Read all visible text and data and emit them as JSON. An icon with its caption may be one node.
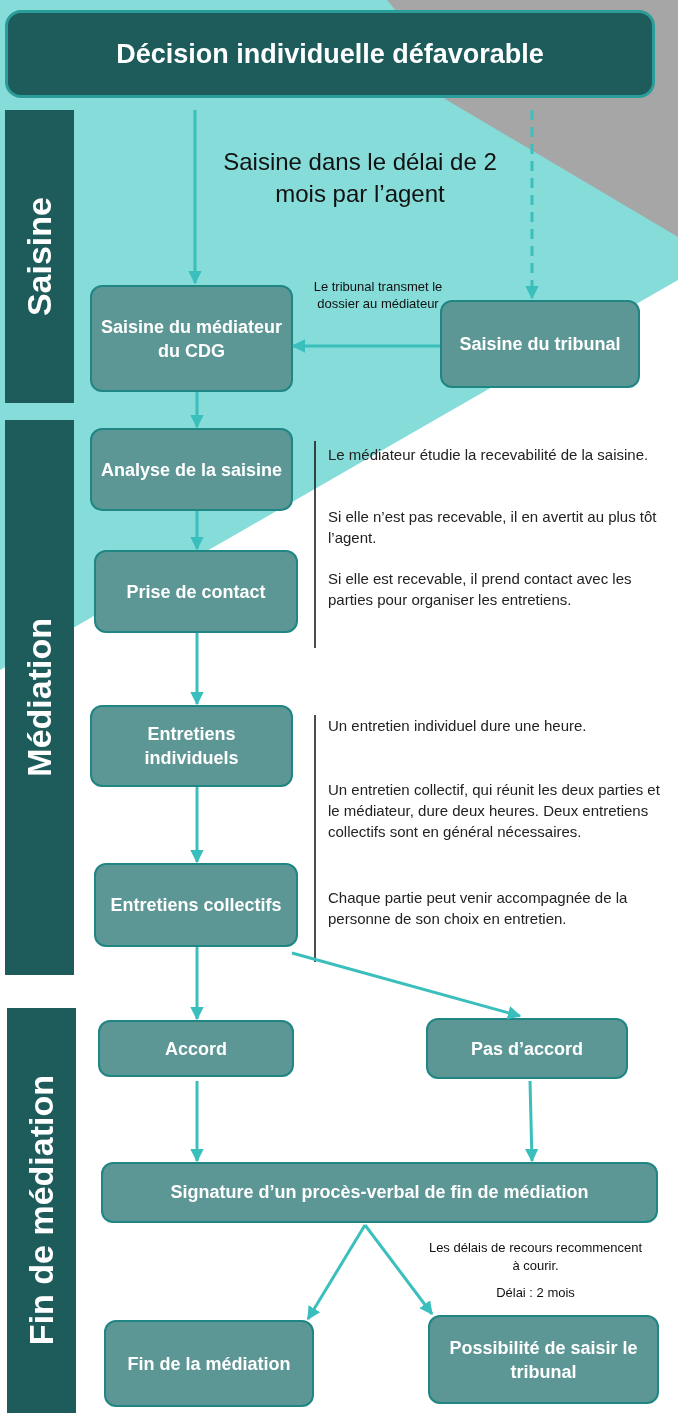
{
  "diagram": {
    "nodes": [
      {
        "text": [
          "Décision individuelle défavorable"
        ]
      },
      {
        "text": [
          "Saisine"
        ]
      },
      {
        "text": [
          "Saisine du médiateur du CDG"
        ]
      },
      {
        "text": [
          "Saisine du tribunal"
        ]
      },
      {
        "text": [
          "Médiation"
        ]
      },
      {
        "text": [
          "Analyse de la saisine"
        ]
      },
      {
        "text": [
          "Prise de contact"
        ]
      },
      {
        "text": [
          "Entretiens individuels"
        ]
      },
      {
        "text": [
          "Entretiens collectifs"
        ]
      },
      {
        "text": [
          "Fin de médiation"
        ]
      },
      {
        "text": [
          "Accord"
        ]
      },
      {
        "text": [
          "Pas d’accord"
        ]
      },
      {
        "text": [
          "Signature d’un procès-verbal de fin de médiation"
        ]
      },
      {
        "text": [
          "Fin de la médiation"
        ]
      },
      {
        "text": [
          "Possibilité de saisir le tribunal"
        ]
      }
    ],
    "edges": [
      {
        "from": 0,
        "to": 2,
        "arrow": "to"
      },
      {
        "from": 0,
        "to": 3,
        "arrow": "to",
        "style": "dashed"
      },
      {
        "from": 3,
        "to": 2,
        "arrow": "to",
        "label": "Le tribunal transmet le dossier au médiateur"
      },
      {
        "from": 2,
        "to": 5,
        "arrow": "to"
      },
      {
        "from": 5,
        "to": 6,
        "arrow": "to"
      },
      {
        "from": 6,
        "to": 7,
        "arrow": "to"
      },
      {
        "from": 7,
        "to": 8,
        "arrow": "to"
      },
      {
        "from": 8,
        "to": 10,
        "arrow": "to"
      },
      {
        "from": 8,
        "to": 11,
        "arrow": "to"
      },
      {
        "from": 10,
        "to": 12,
        "arrow": "to"
      },
      {
        "from": 11,
        "to": 12,
        "arrow": "to"
      },
      {
        "from": 12,
        "to": 13,
        "arrow": "to"
      },
      {
        "from": 12,
        "to": 14,
        "arrow": "to"
      }
    ],
    "labels": [
      "Saisine dans le délai de 2 mois par l’agent",
      "Le médiateur étudie la recevabilité de la saisine.",
      "Si elle n’est pas recevable, il en avertit au plus tôt l’agent.",
      "Si elle est recevable, il prend contact avec les parties pour organiser les entretiens.",
      "Un entretien individuel dure une heure.",
      "Un entretien collectif, qui réunit les deux parties et le médiateur, dure deux heures. Deux entretiens collectifs sont en général nécessaires.",
      "Chaque partie peut venir accompagnée de la personne de son choix en entretien.",
      "Les délais de recours recommencent à courir.",
      "Délai : 2 mois"
    ]
  }
}
